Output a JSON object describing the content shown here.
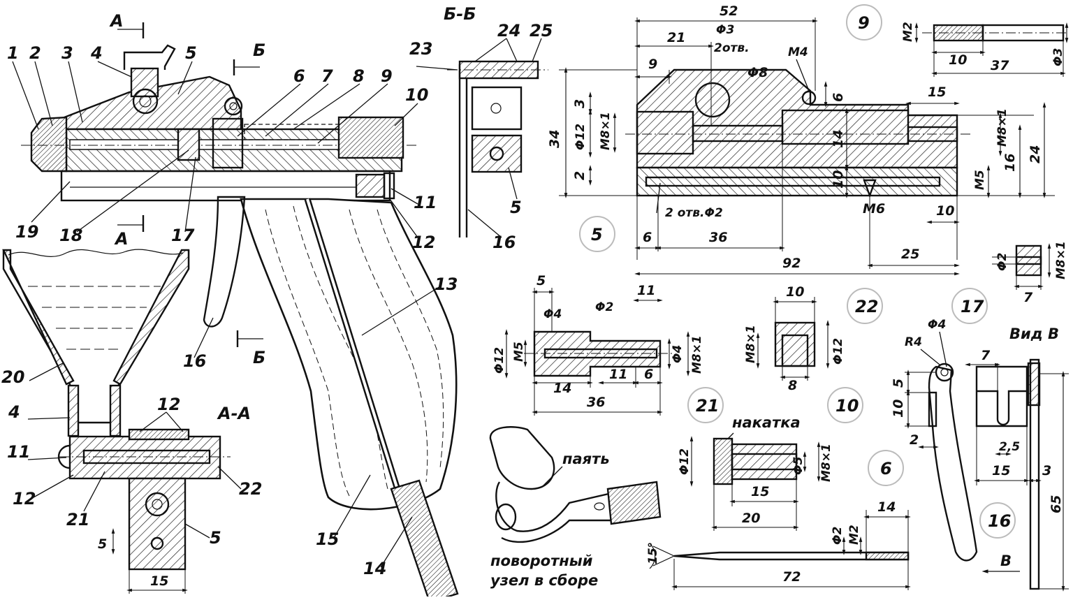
{
  "section_labels": {
    "aa_top": "А",
    "aa_bottom": "А",
    "bb_top": "Б",
    "bb_bottom": "Б",
    "section_aa": "А-А",
    "section_bb": "Б-Б",
    "view_v": "Вид В",
    "arrow_v": "В"
  },
  "callouts": {
    "c1": "1",
    "c2": "2",
    "c3": "3",
    "c4": "4",
    "c5": "5",
    "c6": "6",
    "c7": "7",
    "c8": "8",
    "c9": "9",
    "c10": "10",
    "c11": "11",
    "c12": "12",
    "c13": "13",
    "c14": "14",
    "c15": "15",
    "c16": "16",
    "c17": "17",
    "c18": "18",
    "c19": "19",
    "c20": "20",
    "c23": "23",
    "c24": "24",
    "c25": "25",
    "aa20": "20",
    "aa4": "4",
    "aa11": "11",
    "aa12a": "12",
    "aa12b": "12",
    "aa21": "21",
    "aa22": "22",
    "aa5": "5",
    "bb5": "5",
    "bb16": "16"
  },
  "part_numbers": {
    "p5": "5",
    "p9": "9",
    "p22": "22",
    "p17": "17",
    "p21": "21",
    "p10": "10",
    "p6": "6",
    "p16": "16"
  },
  "captions": {
    "solder": "паять",
    "knurl": "накатка",
    "assembly_line1": "поворотный",
    "assembly_line2": "узел в сборе"
  },
  "dims": {
    "p5": {
      "d52": "52",
      "d21": "21",
      "phi3": "Φ3",
      "holes2": "2отв.",
      "phi8": "Φ8",
      "m4": "M4",
      "d9": "9",
      "d34": "34",
      "d3": "3",
      "phi12": "Φ12",
      "m8": "M8×1",
      "d2": "2",
      "d6": "6",
      "d14": "14",
      "d15": "15",
      "m8r": "M8×1",
      "d16": "16",
      "d24": "24",
      "d10v": "10",
      "m5": "M5",
      "holes_phi2": "2 отв.Φ2",
      "m6": "M6",
      "d10": "10",
      "d6b": "6",
      "d36": "36",
      "d25": "25",
      "d92": "92"
    },
    "p9": {
      "m2": "M2",
      "d10": "10",
      "d37": "37",
      "phi3": "Φ3"
    },
    "p17": {
      "phi2": "Φ2",
      "m8": "M8×1",
      "d7": "7"
    },
    "p21": {
      "d5": "5",
      "phi4": "Φ4",
      "phi2": "Φ2",
      "d11": "11",
      "phi12": "Φ12",
      "m5": "M5",
      "phi4r": "Φ4",
      "m8": "M8×1",
      "d14": "14",
      "d11b": "11",
      "d6": "6",
      "d36": "36"
    },
    "p22": {
      "d10": "10",
      "m8": "M8×1",
      "phi12": "Φ12",
      "d8": "8"
    },
    "p10": {
      "phi12": "Φ12",
      "phi5": "Φ5",
      "m8": "M8×1",
      "d15": "15",
      "d20": "20"
    },
    "p6": {
      "r4": "R4",
      "phi4": "Φ4",
      "d5": "5",
      "d10": "10",
      "d2": "2"
    },
    "p16": {
      "d7": "7",
      "d25": "2,5",
      "d15": "15",
      "d3": "3",
      "d65": "65"
    },
    "needle": {
      "angle": "15°",
      "phi2": "Φ2",
      "m2": "M2",
      "d14": "14",
      "d72": "72"
    },
    "aa": {
      "d5": "5",
      "d15": "15"
    }
  }
}
